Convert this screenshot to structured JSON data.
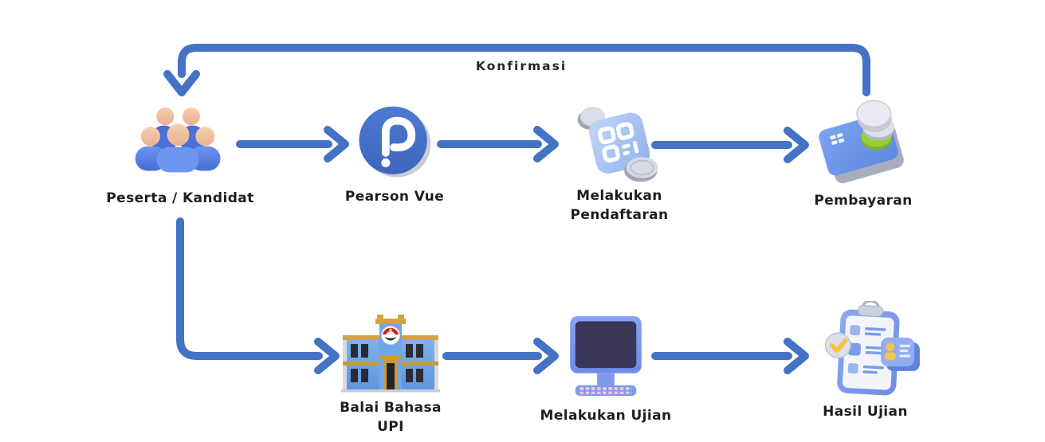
{
  "diagram": {
    "type": "flowchart",
    "background_color": "#ffffff",
    "arrow_color": "#4472C4",
    "text_color": "#1E1E1E",
    "nodes": [
      {
        "id": "peserta",
        "label": "Peserta / Kandidat",
        "icon": "people-group-icon"
      },
      {
        "id": "pearson-vue",
        "label": "Pearson Vue",
        "icon": "pearson-logo"
      },
      {
        "id": "pendaftaran",
        "label": "Melakukan Pendaftaran",
        "icon": "qr-scan-icon"
      },
      {
        "id": "pembayaran",
        "label": "Pembayaran",
        "icon": "card-coins-icon"
      },
      {
        "id": "balai-bahasa",
        "label": "Balai Bahasa UPI",
        "icon": "school-building-icon"
      },
      {
        "id": "ujian",
        "label": "Melakukan Ujian",
        "icon": "desktop-computer-icon"
      },
      {
        "id": "hasil",
        "label": "Hasil Ujian",
        "icon": "clipboard-check-icon"
      }
    ],
    "edges": [
      {
        "from": "peserta",
        "to": "pearson-vue",
        "label": ""
      },
      {
        "from": "pearson-vue",
        "to": "pendaftaran",
        "label": ""
      },
      {
        "from": "pendaftaran",
        "to": "pembayaran",
        "label": ""
      },
      {
        "from": "pembayaran",
        "to": "peserta",
        "label": "Konfirmasi"
      },
      {
        "from": "peserta",
        "to": "balai-bahasa",
        "label": ""
      },
      {
        "from": "balai-bahasa",
        "to": "ujian",
        "label": ""
      },
      {
        "from": "ujian",
        "to": "hasil",
        "label": ""
      }
    ]
  }
}
